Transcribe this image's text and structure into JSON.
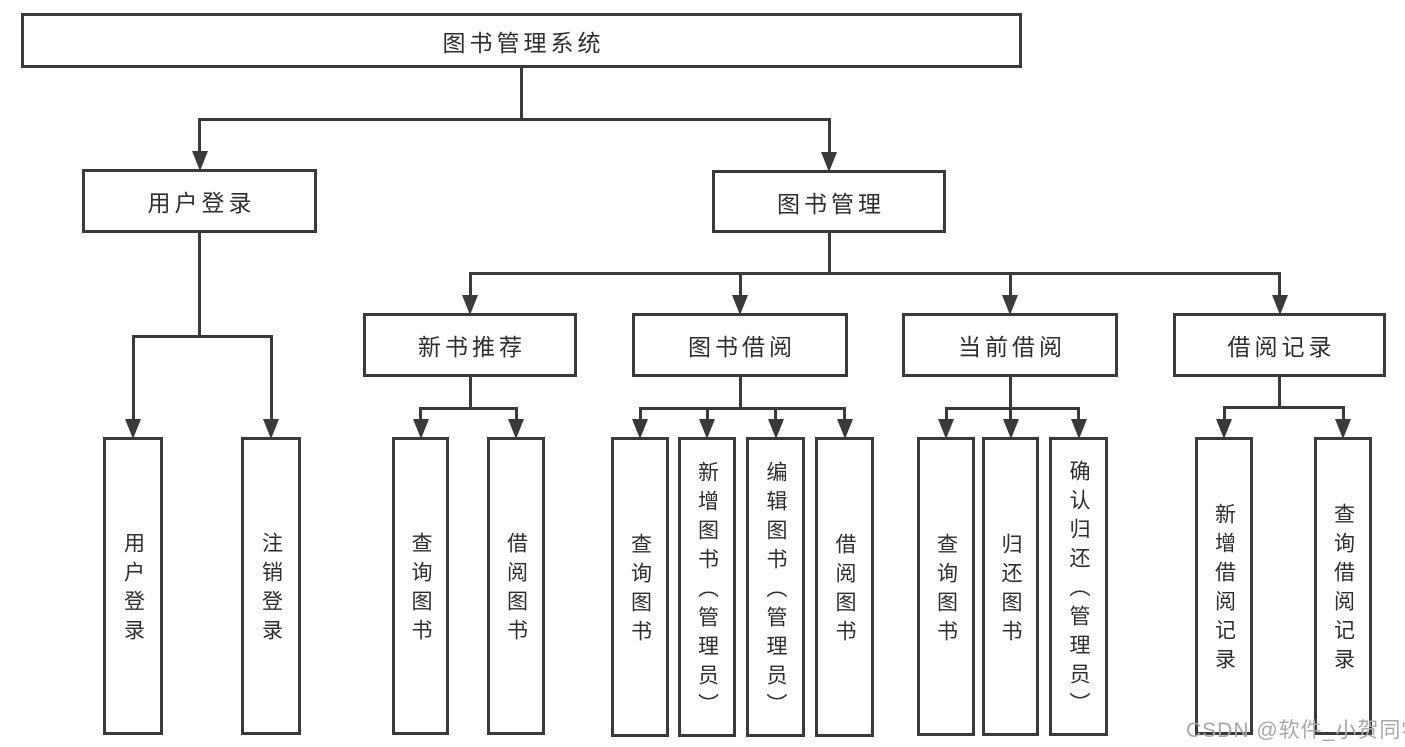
{
  "diagram": {
    "title": "图书管理系统",
    "watermark": "CSDN @软件_小贺同学"
  },
  "colors": {
    "line": "#3a3a3a",
    "text": "#2e2e2e",
    "box_fill": "#ffffff",
    "background": "#ffffff",
    "watermark": "#a8a8a8"
  },
  "nodes": [
    {
      "id": "root",
      "label": "图书管理系统"
    },
    {
      "id": "user-login",
      "label": "用户登录"
    },
    {
      "id": "book-mgmt",
      "label": "图书管理"
    },
    {
      "id": "new-book-rec",
      "label": "新书推荐"
    },
    {
      "id": "book-borrow",
      "label": "图书借阅"
    },
    {
      "id": "current-borrow",
      "label": "当前借阅"
    },
    {
      "id": "borrow-records",
      "label": "借阅记录"
    },
    {
      "id": "leaf-user-login",
      "label": "用户登录"
    },
    {
      "id": "leaf-logout",
      "label": "注销登录"
    },
    {
      "id": "leaf-nb-query",
      "label": "查询图书"
    },
    {
      "id": "leaf-nb-borrow",
      "label": "借阅图书"
    },
    {
      "id": "leaf-bb-query",
      "label": "查询图书"
    },
    {
      "id": "leaf-bb-add",
      "label": "新增图书（管理员）"
    },
    {
      "id": "leaf-bb-edit",
      "label": "编辑图书（管理员）"
    },
    {
      "id": "leaf-bb-borrow",
      "label": "借阅图书"
    },
    {
      "id": "leaf-cb-query",
      "label": "查询图书"
    },
    {
      "id": "leaf-cb-return",
      "label": "归还图书"
    },
    {
      "id": "leaf-cb-confirm",
      "label": "确认归还（管理员）"
    },
    {
      "id": "leaf-br-add",
      "label": "新增借阅记录"
    },
    {
      "id": "leaf-br-query",
      "label": "查询借阅记录"
    }
  ],
  "edges": [
    {
      "from": "root",
      "to": [
        "user-login",
        "book-mgmt"
      ]
    },
    {
      "from": "user-login",
      "to": [
        "leaf-user-login",
        "leaf-logout"
      ]
    },
    {
      "from": "book-mgmt",
      "to": [
        "new-book-rec",
        "book-borrow",
        "current-borrow",
        "borrow-records"
      ]
    },
    {
      "from": "new-book-rec",
      "to": [
        "leaf-nb-query",
        "leaf-nb-borrow"
      ]
    },
    {
      "from": "book-borrow",
      "to": [
        "leaf-bb-query",
        "leaf-bb-add",
        "leaf-bb-edit",
        "leaf-bb-borrow"
      ]
    },
    {
      "from": "current-borrow",
      "to": [
        "leaf-cb-query",
        "leaf-cb-return",
        "leaf-cb-confirm"
      ]
    },
    {
      "from": "borrow-records",
      "to": [
        "leaf-br-add",
        "leaf-br-query"
      ]
    }
  ]
}
